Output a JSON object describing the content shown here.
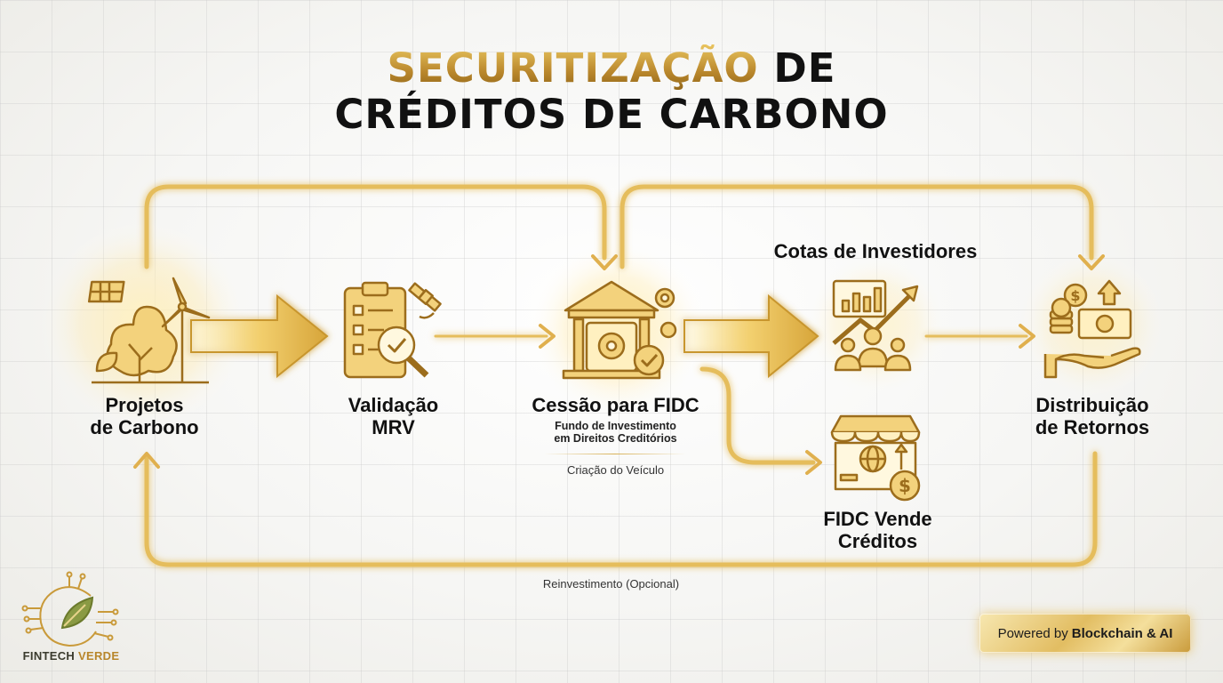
{
  "title": {
    "part1": "SECURITIZAÇÃO",
    "part2": "DE",
    "line2": "CRÉDITOS DE CARBONO"
  },
  "nodes": {
    "projetos": {
      "line1": "Projetos",
      "line2": "de Carbono",
      "icon": "tree-solar-wind-icon"
    },
    "validacao": {
      "line1": "Validação",
      "line2": "MRV",
      "icon": "checklist-satellite-icon"
    },
    "cessao": {
      "label": "Cessão para FIDC",
      "sub1": "Fundo de Investimento",
      "sub2": "em Direitos Creditórios",
      "note": "Criação do Veículo",
      "icon": "bank-vault-gears-icon"
    },
    "cotas": {
      "label": "Cotas de Investidores",
      "icon": "growth-chart-investors-icon"
    },
    "fidc_vende": {
      "line1": "FIDC Vende",
      "line2": "Créditos",
      "icon": "marketplace-globe-icon"
    },
    "distribuicao": {
      "line1": "Distribuição",
      "line2": "de Retornos",
      "icon": "hand-money-icon"
    }
  },
  "loop_note": "Reinvestimento (Opcional)",
  "logo": {
    "word1": "FINTECH",
    "word2": "VERDE"
  },
  "badge": {
    "prefix": "Powered by",
    "bold": "Blockchain & AI"
  },
  "colors": {
    "gold": "#d9a93a",
    "gold_light": "#f6dc8a",
    "dark": "#111111",
    "logo_green": "#7a8a3a"
  }
}
